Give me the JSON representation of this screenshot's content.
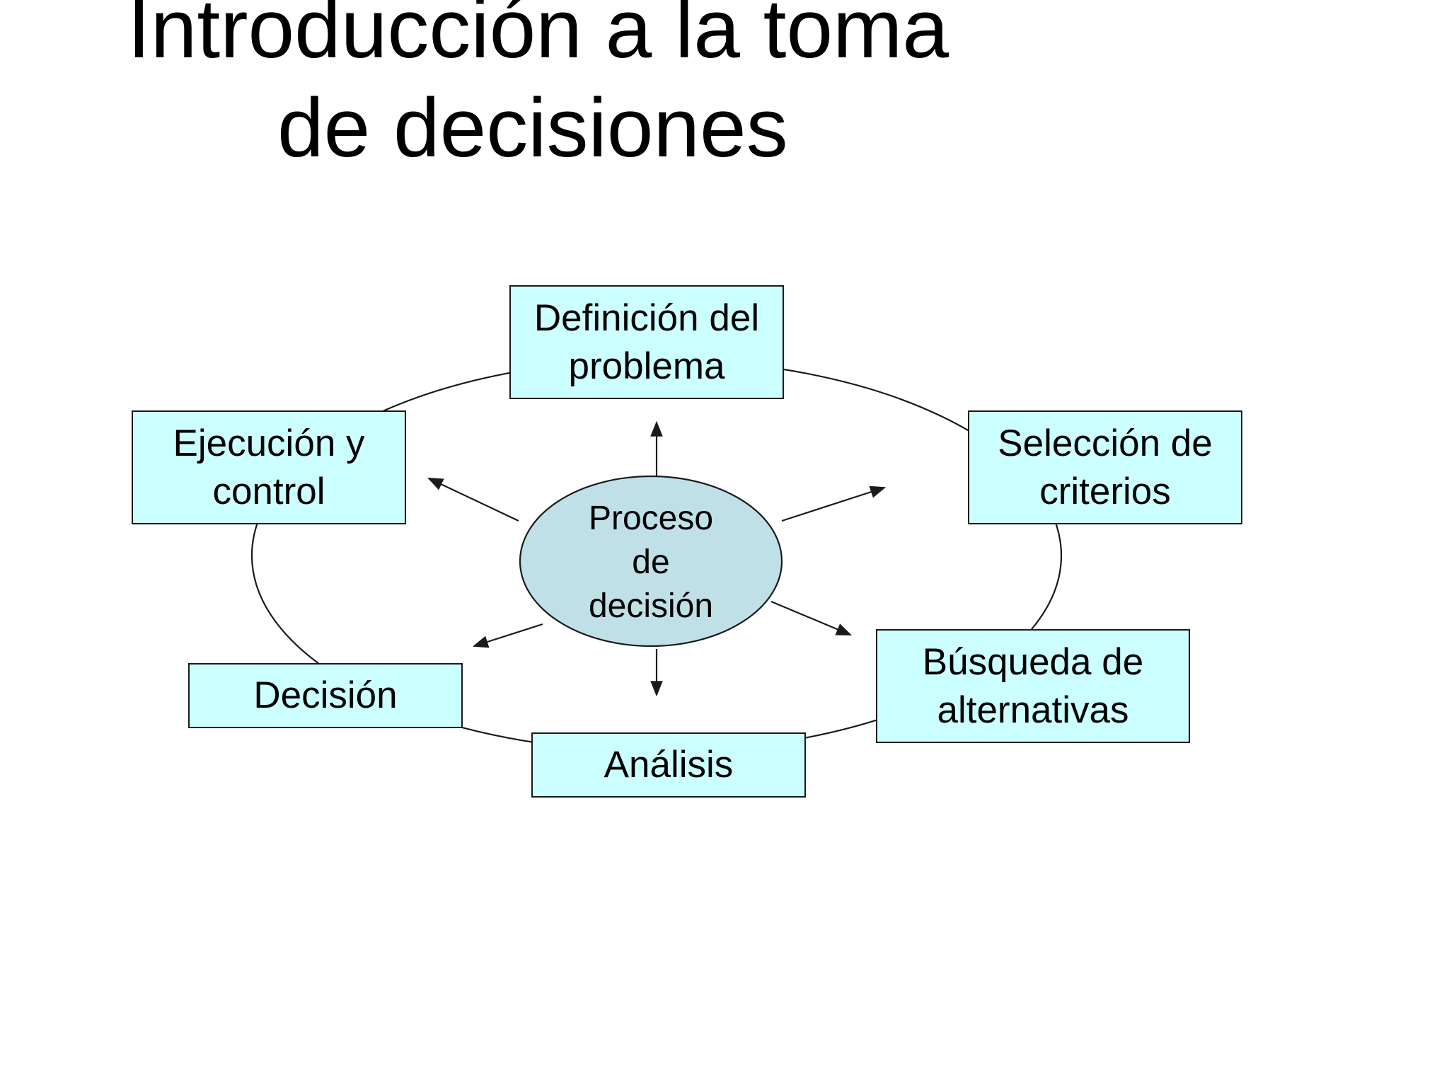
{
  "title": {
    "line1": "Introducción a la toma",
    "line2": "de decisiones"
  },
  "diagram": {
    "center": {
      "line1": "Proceso",
      "line2": "de",
      "line3": "decisión"
    },
    "steps": [
      {
        "line1": "Definición del",
        "line2": "problema"
      },
      {
        "line1": "Selección de",
        "line2": "criterios"
      },
      {
        "line1": "Búsqueda de",
        "line2": "alternativas"
      },
      {
        "line1": "Análisis"
      },
      {
        "line1": "Decisión"
      },
      {
        "line1": "Ejecución y",
        "line2": "control"
      }
    ]
  },
  "colors": {
    "box_fill": "#ccffff",
    "center_fill": "#bfe0e6",
    "stroke": "#1a1a1a",
    "background": "#ffffff"
  }
}
